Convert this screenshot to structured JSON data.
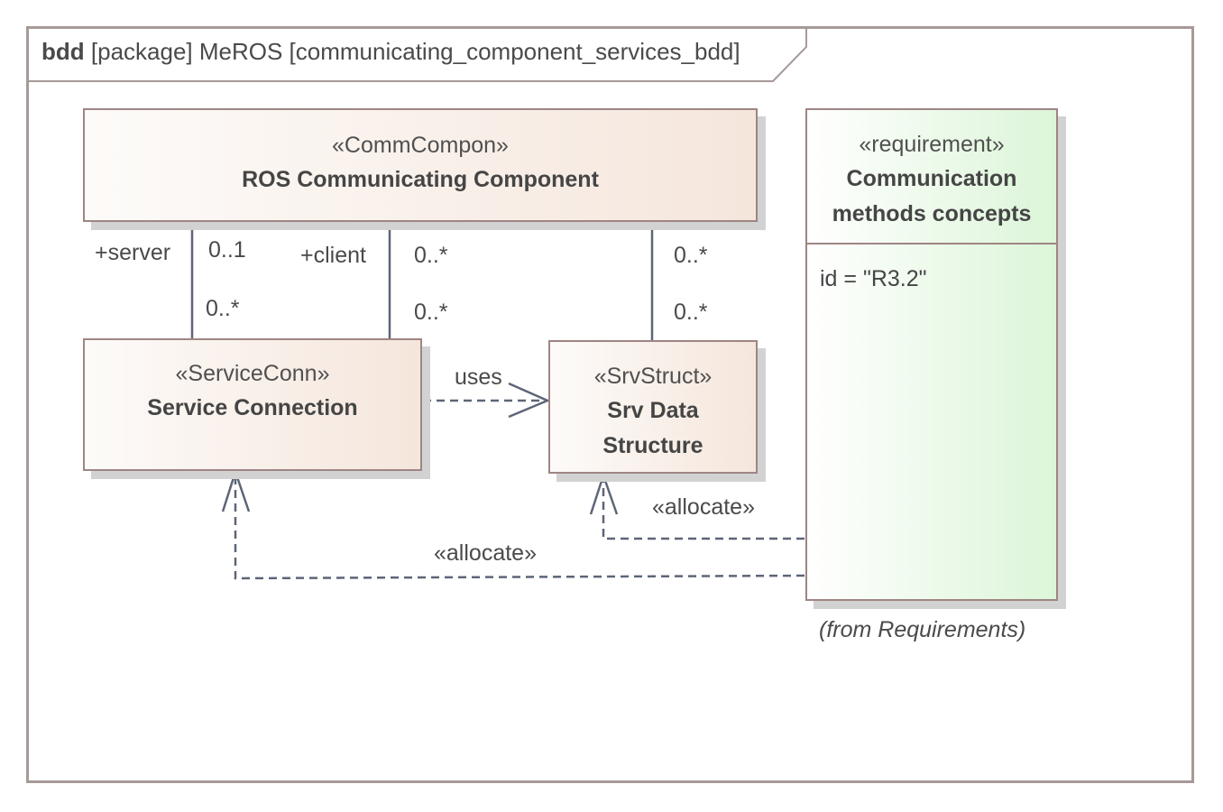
{
  "frame": {
    "kind": "bdd",
    "header": "[package] MeROS [communicating_component_services_bdd]"
  },
  "blocks": {
    "comm": {
      "stereotype": "«CommCompon»",
      "name": "ROS Communicating Component"
    },
    "service": {
      "stereotype": "«ServiceConn»",
      "name": "Service Connection"
    },
    "srv": {
      "stereotype": "«SrvStruct»",
      "name_line1": "Srv Data",
      "name_line2": "Structure"
    }
  },
  "requirement": {
    "stereotype": "«requirement»",
    "name_line1": "Communication",
    "name_line2": "methods concepts",
    "attribute": "id = \"R3.2\"",
    "origin": "(from Requirements)"
  },
  "associations": {
    "server": {
      "role": "+server",
      "mult_top": "0..1",
      "mult_bottom": "0..*"
    },
    "client": {
      "role": "+client",
      "mult_top": "0..*",
      "mult_bottom": "0..*"
    },
    "srv": {
      "mult_top": "0..*",
      "mult_bottom": "0..*"
    }
  },
  "dependencies": {
    "uses": "uses",
    "allocate_srv": "«allocate»",
    "allocate_service": "«allocate»"
  },
  "colors": {
    "line": "#5d6577",
    "block_border": "#9e8583",
    "requirement_fill": "#dcf5d8",
    "block_fill": "#f5e6dc"
  }
}
